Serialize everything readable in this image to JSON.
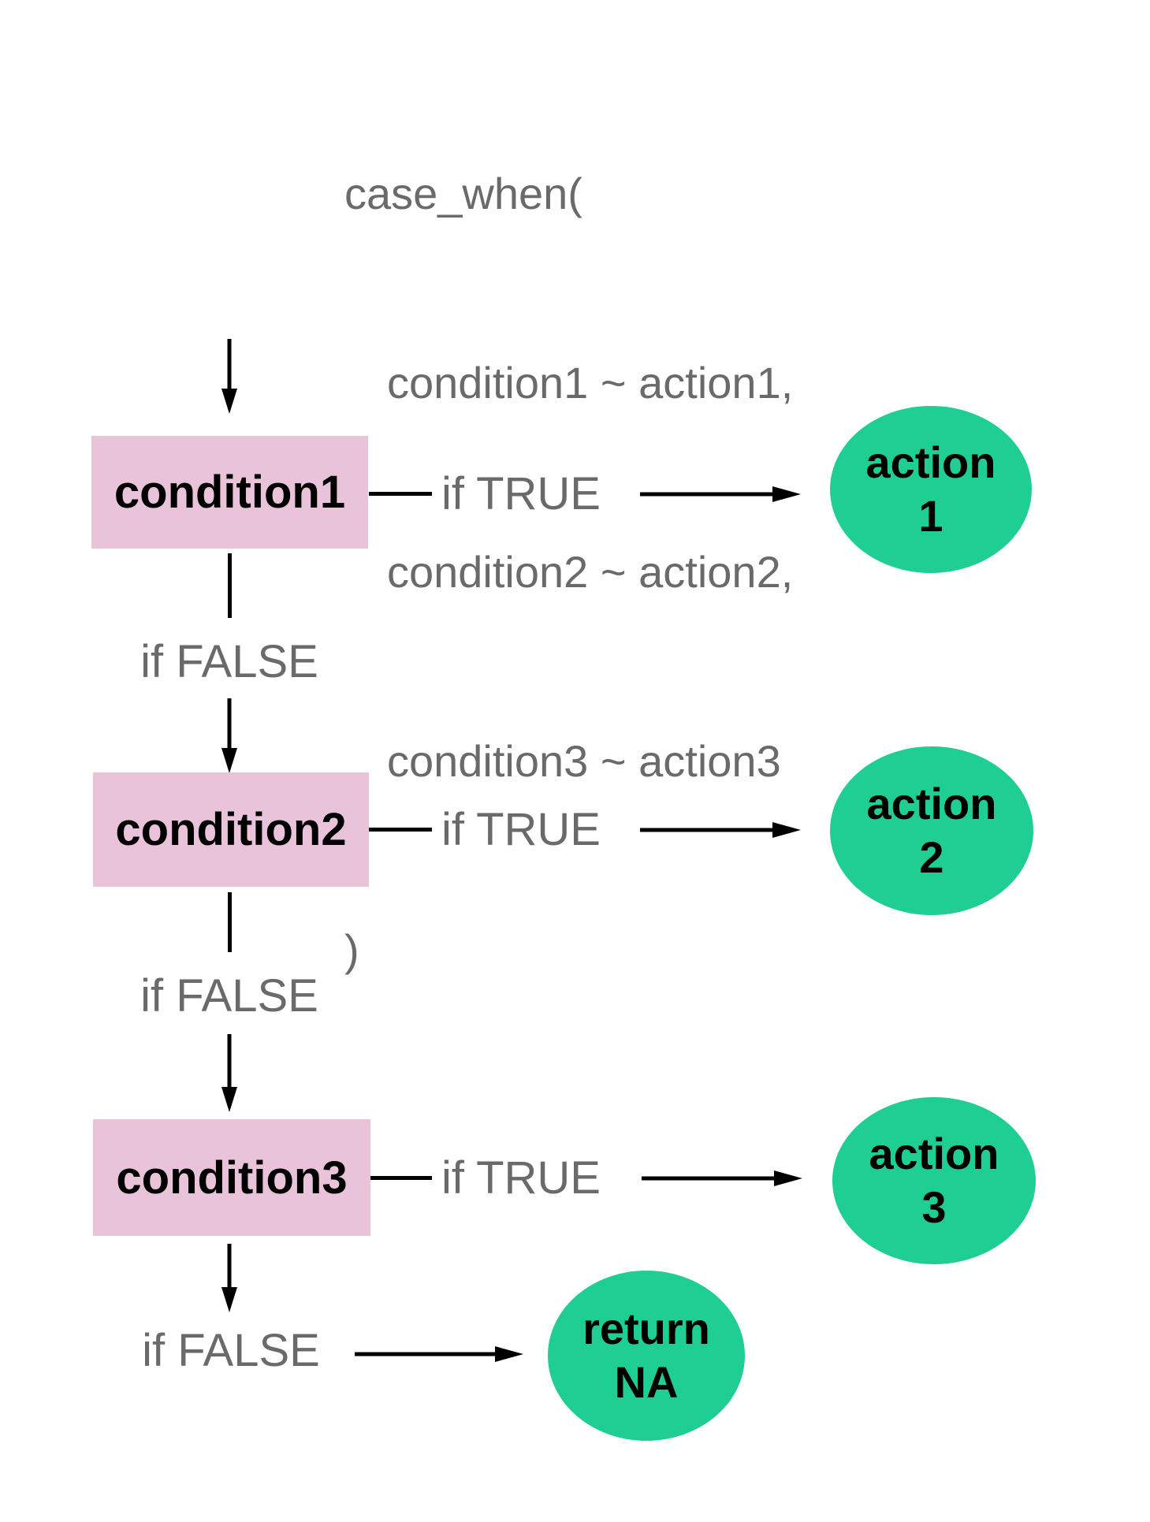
{
  "code_block": {
    "lines": [
      "case_when(",
      "condition1 ~ action1,",
      "condition2 ~ action2,",
      "condition3 ~ action3",
      ")"
    ]
  },
  "flowchart": {
    "conditions": [
      {
        "label": "condition1"
      },
      {
        "label": "condition2"
      },
      {
        "label": "condition3"
      }
    ],
    "branch_labels": {
      "true": "if TRUE",
      "false": "if FALSE"
    },
    "actions": [
      {
        "line1": "action",
        "line2": "1"
      },
      {
        "line1": "action",
        "line2": "2"
      },
      {
        "line1": "action",
        "line2": "3"
      }
    ],
    "fallback": {
      "line1": "return",
      "line2": "NA"
    }
  },
  "colors": {
    "background": "#ffffff",
    "condition_box_bg": "#e8c3d9",
    "action_ellipse_bg": "#1fce93",
    "secondary_text": "#6a6a6a",
    "primary_text": "#000000",
    "arrow": "#000000"
  }
}
